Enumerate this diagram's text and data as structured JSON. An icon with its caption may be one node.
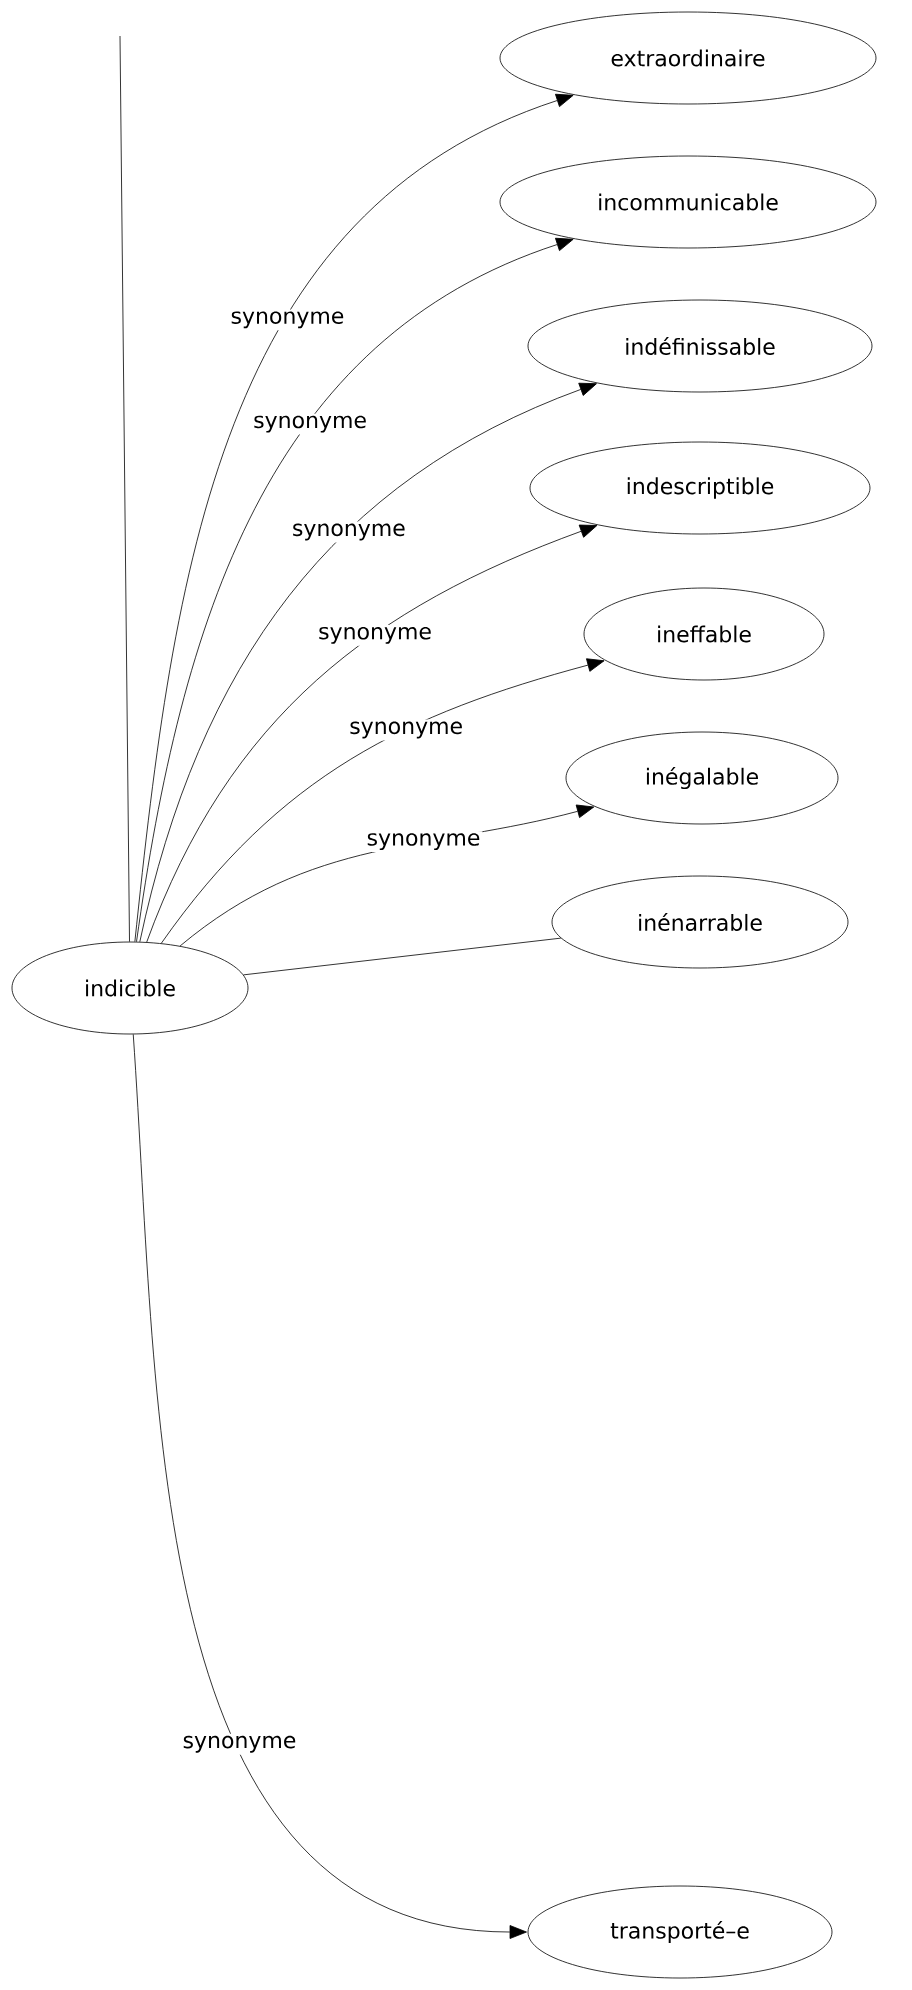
{
  "diagram": {
    "nodes": [
      {
        "text": [
          "indicible"
        ]
      },
      {
        "text": [
          "extraordinaire"
        ]
      },
      {
        "text": [
          "incommunicable"
        ]
      },
      {
        "text": [
          "indéfinissable"
        ]
      },
      {
        "text": [
          "indescriptible"
        ]
      },
      {
        "text": [
          "ineffable"
        ]
      },
      {
        "text": [
          "inégalable"
        ]
      },
      {
        "text": [
          "inénarrable"
        ]
      },
      {
        "text": [
          "transporté–e"
        ]
      }
    ],
    "edges": [
      {
        "from": null,
        "to": 0,
        "arrow": "none"
      },
      {
        "from": 0,
        "to": 1,
        "arrow": "to",
        "label": "synonyme"
      },
      {
        "from": 0,
        "to": 2,
        "arrow": "to",
        "label": "synonyme"
      },
      {
        "from": 0,
        "to": 3,
        "arrow": "to",
        "label": "synonyme"
      },
      {
        "from": 0,
        "to": 4,
        "arrow": "to",
        "label": "synonyme"
      },
      {
        "from": 0,
        "to": 5,
        "arrow": "to",
        "label": "synonyme"
      },
      {
        "from": 0,
        "to": 6,
        "arrow": "to",
        "label": "synonyme"
      },
      {
        "from": 0,
        "to": 7,
        "arrow": "none"
      },
      {
        "from": 0,
        "to": 8,
        "arrow": "to",
        "label": "synonyme"
      }
    ]
  }
}
